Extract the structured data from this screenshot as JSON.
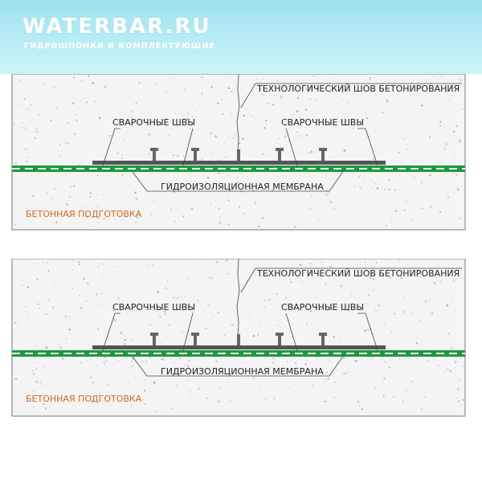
{
  "brand": {
    "logo_text": "WATERBAR.RU",
    "tagline": "ГИДРОШПОНКИ И КОМПЛЕКТУЮЩИЕ"
  },
  "colors": {
    "banner": "#a8e6f0",
    "concrete_fill": "#f4f4f4",
    "concrete_dots": "#9a9a9a",
    "membrane": "#1a9a3a",
    "waterstop": "#555555",
    "label_text": "#222222",
    "base_label": "#d2691e"
  },
  "diagrams": [
    {
      "label_joint": "ТЕХНОЛОГИЧЕСКИЙ ШОВ БЕТОНИРОВАНИЯ",
      "label_weld_left": "СВАРОЧНЫЕ ШВЫ",
      "label_weld_right": "СВАРОЧНЫЕ ШВЫ",
      "label_membrane": "ГИДРОИЗОЛЯЦИОННАЯ МЕМБРАНА",
      "label_base": "БЕТОННАЯ ПОДГОТОВКА"
    },
    {
      "label_joint": "ТЕХНОЛОГИЧЕСКИЙ ШОВ БЕТОНИРОВАНИЯ",
      "label_weld_left": "СВАРОЧНЫЕ ШВЫ",
      "label_weld_right": "СВАРОЧНЫЕ ШВЫ",
      "label_membrane": "ГИДРОИЗОЛЯЦИОННАЯ МЕМБРАНА",
      "label_base": "БЕТОННАЯ ПОДГОТОВКА"
    }
  ]
}
